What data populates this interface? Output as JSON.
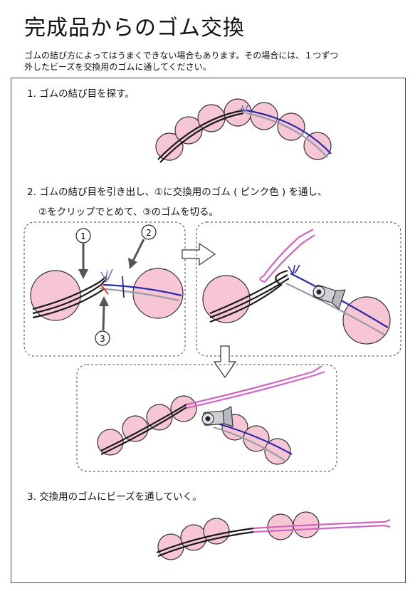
{
  "title": "完成品からのゴム交換",
  "intro": {
    "line1": "ゴムの結び方によってはうまくできない場合もあります。その場合には、１つずつ",
    "line2": "外したビーズを交換用のゴムに通してください。"
  },
  "steps": {
    "s1": "1. ゴムの結び目を探す。",
    "s2_line1": "2. ゴムの結び目を引き出し、①に交換用のゴム ( ピンク色 ) を通し、",
    "s2_line2": "②をクリップでとめて、③のゴムを切る。",
    "s3": "3. 交換用のゴムにビーズを通していく。"
  },
  "callouts": {
    "c1": "1",
    "c2": "2",
    "c3": "3"
  },
  "colors": {
    "bead_fill": "#f6c6d4",
    "bead_stroke": "#333333",
    "elastic_black": "#1a1a1a",
    "elastic_blue": "#2a2aa8",
    "elastic_gray": "#9a9aa8",
    "elastic_pink": "#d066c0",
    "cut_mark": "#e02020"
  },
  "icons": [
    "arrow-right-icon",
    "arrow-down-icon",
    "clip-icon"
  ]
}
